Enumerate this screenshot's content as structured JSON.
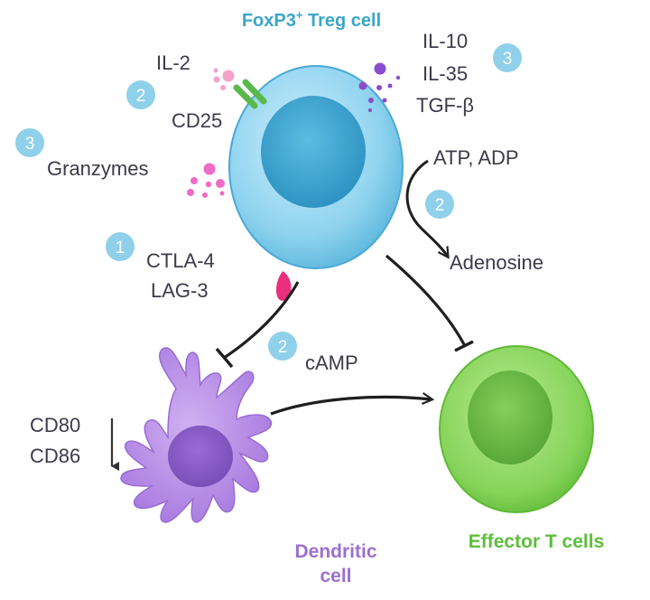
{
  "colors": {
    "treg": "#3aa6c8",
    "dendritic": "#9b6fd0",
    "effector": "#5cbf3a",
    "badge": "#8fd0ea",
    "granzyme": "#f06ac8",
    "il2": "#f3a2c8",
    "cd25": "#5bb84a",
    "ctla4": "#ea2f7c",
    "cytokine": "#8a4ccc",
    "text": "#3b3b4a"
  },
  "icons": {
    "treg": "treg-cell-icon",
    "dendritic": "dendritic-cell-icon",
    "effector": "effector-cell-icon"
  },
  "cells": {
    "treg": {
      "label_main": "FoxP3",
      "label_sup": "+",
      "label_rest": " Treg cell"
    },
    "dendritic": {
      "label_line1": "Dendritic",
      "label_line2": "cell"
    },
    "effector": {
      "label": "Effector T cells"
    }
  },
  "labels": {
    "il2": "IL-2",
    "cd25": "CD25",
    "granzymes": "Granzymes",
    "il10": "IL-10",
    "il35": "IL-35",
    "tgfb": "TGF-β",
    "atp_adp": "ATP, ADP",
    "adenosine": "Adenosine",
    "ctla4": "CTLA-4",
    "lag3": "LAG-3",
    "camp": "cAMP",
    "cd80": "CD80",
    "cd86": "CD86"
  },
  "badges": {
    "il2": "2",
    "granzymes": "3",
    "cytokines": "3",
    "adenosine": "2",
    "ctla4": "1",
    "camp": "2"
  }
}
